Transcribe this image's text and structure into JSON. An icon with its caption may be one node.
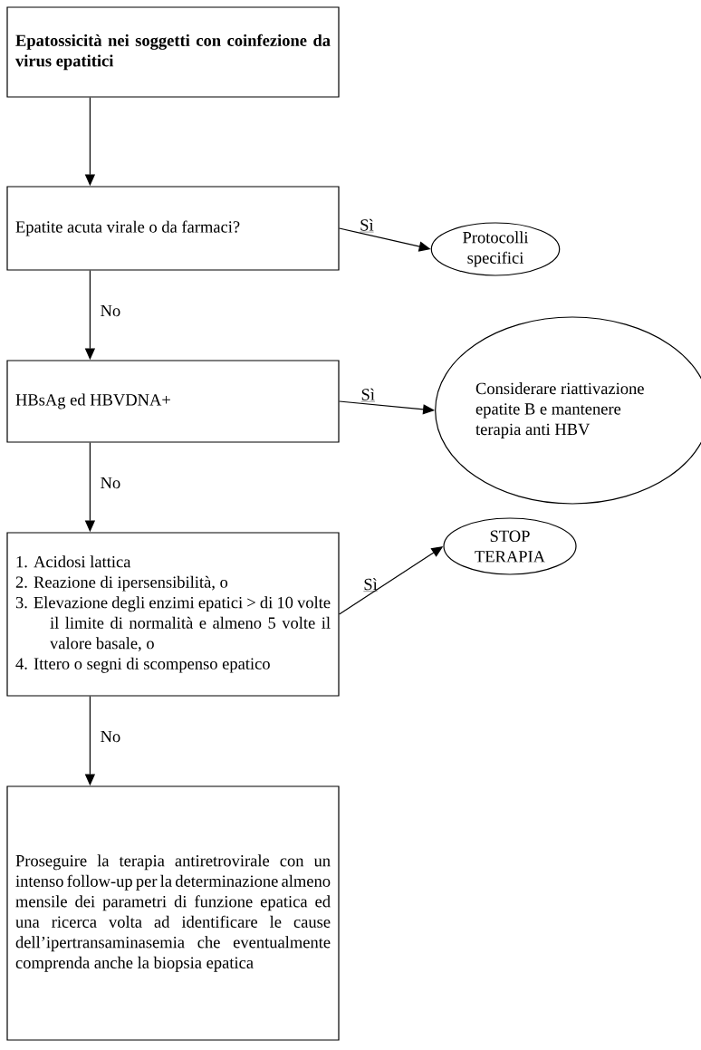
{
  "diagram": {
    "nodes": [
      {
        "text": [
          "Epatossicità nei soggetti con coinfezione da virus epatitici"
        ]
      },
      {
        "text": [
          "Epatite acuta virale o da farmaci?"
        ]
      },
      {
        "text": [
          "Protocolli specifici"
        ]
      },
      {
        "text": [
          "HBsAg ed HBVDNA+"
        ]
      },
      {
        "text": [
          "Considerare riattivazione epatite B e mantenere terapia anti HBV"
        ]
      },
      {
        "text": [
          "1. Acidosi lattica",
          "2. Reazione di ipersensibilità, o",
          "3. Elevazione degli enzimi epatici > di 10 volte il limite di normalità e almeno 5 volte il valore basale, o",
          "4. Ittero o segni di scompenso epatico"
        ]
      },
      {
        "text": [
          "STOP TERAPIA"
        ]
      },
      {
        "text": [
          "Proseguire la terapia antiretrovirale con un intenso follow-up per la determinazione almeno mensile dei parametri di funzione epatica ed una ricerca volta ad identificare le cause dell’ipertransaminasemia che eventualmente comprenda anche la biopsia epatica"
        ]
      }
    ],
    "edges": [
      {
        "from": 0,
        "to": 1,
        "arrow": "to"
      },
      {
        "from": 1,
        "to": 2,
        "arrow": "to",
        "label": "Sì"
      },
      {
        "from": 1,
        "to": 3,
        "arrow": "to",
        "label": "No"
      },
      {
        "from": 3,
        "to": 4,
        "arrow": "to",
        "label": "Sì"
      },
      {
        "from": 3,
        "to": 5,
        "arrow": "to",
        "label": "No"
      },
      {
        "from": 5,
        "to": 6,
        "arrow": "to",
        "label": "Sì"
      },
      {
        "from": 5,
        "to": 7,
        "arrow": "to",
        "label": "No"
      }
    ]
  }
}
